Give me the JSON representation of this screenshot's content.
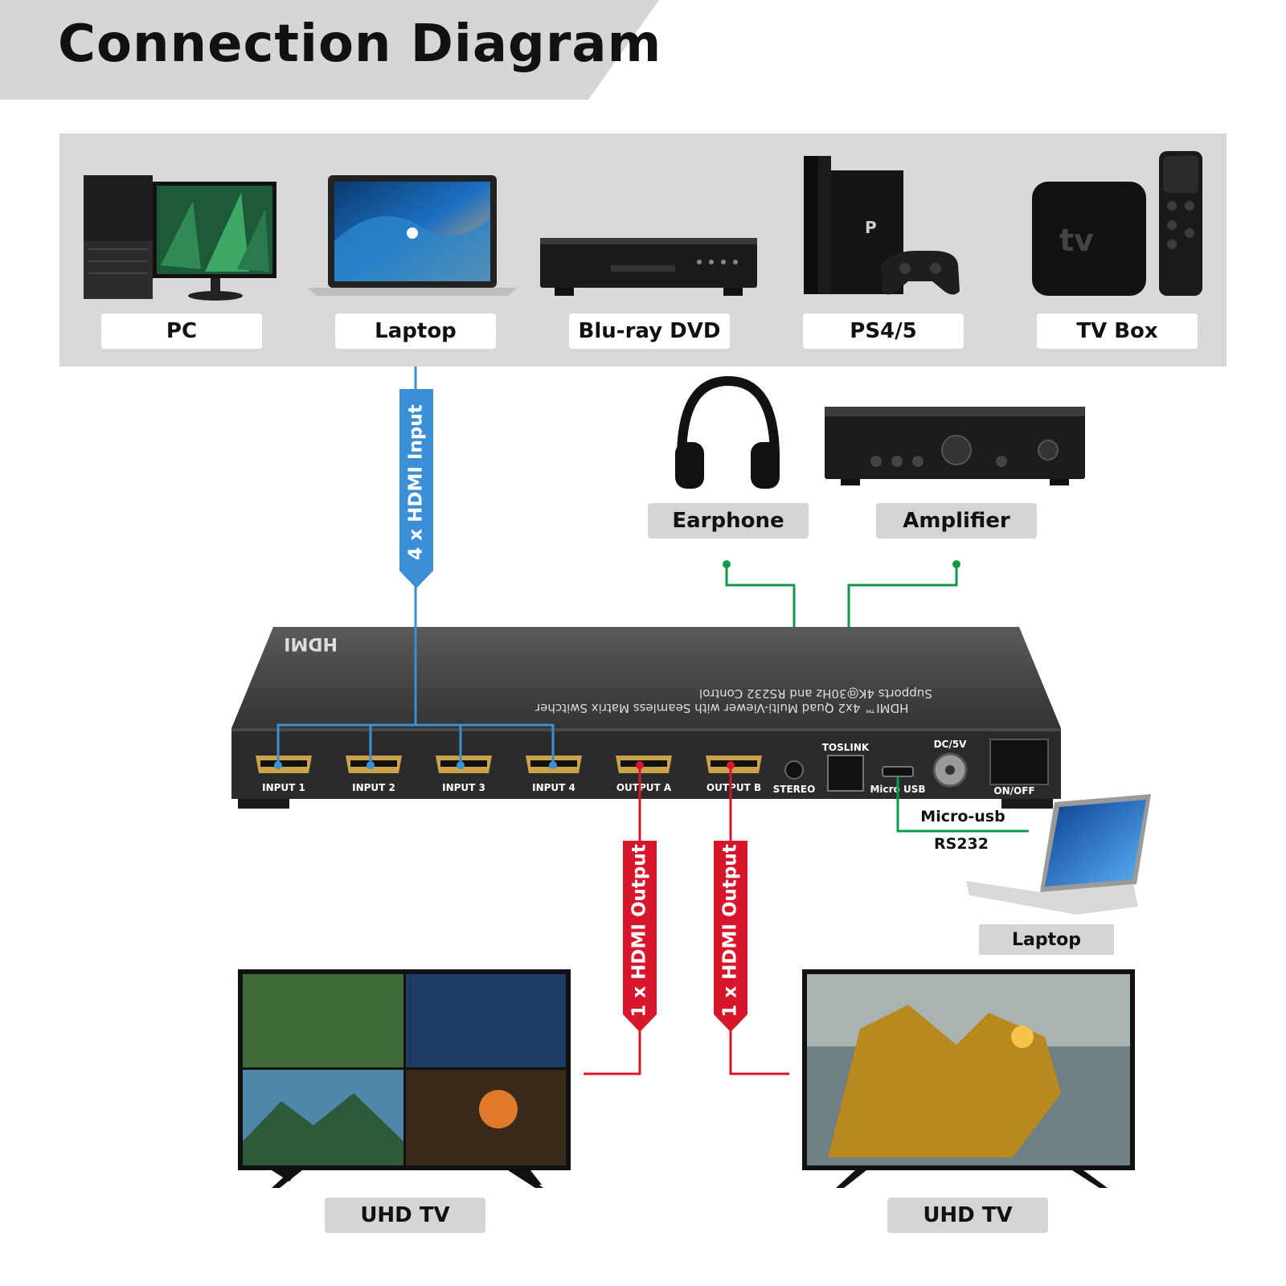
{
  "title": "Connection Diagram",
  "sources": [
    {
      "label": "PC",
      "icon": "desktop-pc-icon"
    },
    {
      "label": "Laptop",
      "icon": "laptop-icon"
    },
    {
      "label": "Blu-ray DVD",
      "icon": "bluray-player-icon"
    },
    {
      "label": "PS4/5",
      "icon": "game-console-icon"
    },
    {
      "label": "TV Box",
      "icon": "tv-box-icon"
    }
  ],
  "audio_outputs": [
    {
      "label": "Earphone",
      "icon": "headphones-icon"
    },
    {
      "label": "Amplifier",
      "icon": "amplifier-icon"
    }
  ],
  "connections": {
    "input": "4 x HDMI Input",
    "output_a": "1 x HDMI Output",
    "output_b": "1 x HDMI Output",
    "control_line1": "Micro-usb",
    "control_line2": "RS232"
  },
  "device": {
    "top_text_line1": "HDMI™ 4x2 Quad Multi-Viewer with Seamless Matrix Switcher",
    "top_text_line2": "Supports 4K@30Hz and RS232 Control",
    "ports": [
      "INPUT 1",
      "INPUT 2",
      "INPUT 3",
      "INPUT 4",
      "OUTPUT A",
      "OUTPUT B",
      "STEREO",
      "TOSLINK",
      "Micro USB",
      "DC/5V",
      "ON/OFF"
    ]
  },
  "control_device": {
    "label": "Laptop",
    "icon": "laptop-icon"
  },
  "displays": [
    {
      "label": "UHD TV",
      "icon": "tv-icon"
    },
    {
      "label": "UHD TV",
      "icon": "tv-icon"
    }
  ],
  "colors": {
    "input_line": "#3a8fd6",
    "output_line": "#d8162b",
    "audio_line": "#0e9a4a",
    "panel_grey": "#d9d9d9"
  }
}
